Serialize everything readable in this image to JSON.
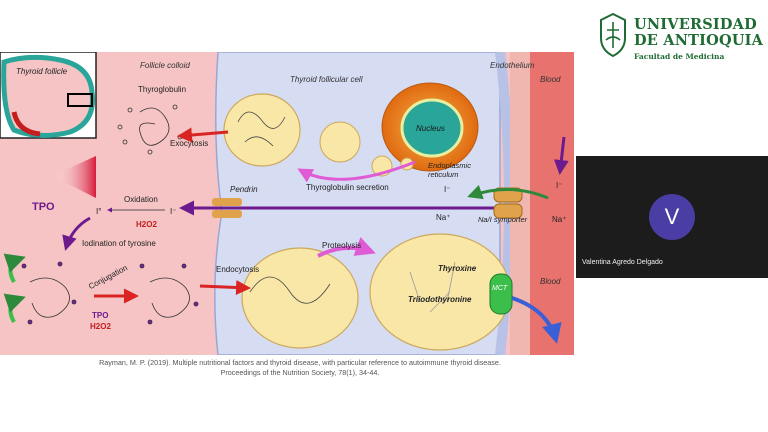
{
  "slide": {
    "inset_label": "Thyroid follicle",
    "regions": {
      "follicle_colloid": "Follicle colloid",
      "thyroid_cell": "Thyroid follicular cell",
      "endothelium": "Endothelium",
      "blood_top": "Blood",
      "blood_bottom": "Blood"
    },
    "labels": {
      "thyroglobulin": "Thyroglobulin",
      "exocytosis": "Exocytosis",
      "nucleus": "Nucleus",
      "er_line1": "Endoplasmic",
      "er_line2": "reticulum",
      "tg_secretion": "Thyroglobulin secretion",
      "pendrin": "Pendrin",
      "tpo": "TPO",
      "oxidation": "Oxidation",
      "iodine_0": "I°",
      "iodide_1": "I⁻",
      "iodide_2": "I⁻",
      "iodide_3": "I⁻",
      "h2o2": "H2O2",
      "iodination": "Iodination of tyrosine",
      "na_1": "Na⁺",
      "na_2": "Na⁺",
      "symporter": "Na/I symporter",
      "proteolysis": "Proteolysis",
      "thyroxine": "Thyroxine",
      "triiodothyronine": "Triiodothyronine",
      "conjugation": "Conjugation",
      "endocytosis": "Endocytosis",
      "tpo_2": "TPO",
      "h2o2_2": "H2O2",
      "mct": "MCT"
    }
  },
  "citation": {
    "line1": "Rayman, M. P. (2019). Multiple nutritional factors and thyroid disease, with particular reference to autoimmune thyroid disease.",
    "line2": "Proceedings of the Nutrition Society, 78(1), 34-44."
  },
  "logo": {
    "name_line1": "UNIVERSIDAD",
    "name_line2": "DE ANTIOQUIA",
    "faculty": "Facultad de Medicina"
  },
  "video": {
    "avatar_letter": "V",
    "participant_name": "Valentina Agredo Delgado"
  },
  "colors": {
    "brand_green": "#1f6b33",
    "avatar": "#4a3ea5",
    "colloid": "#f6c4c4",
    "cell": "#d6dcf2",
    "blood": "#e8726e",
    "vesicle": "#f9e7a8",
    "nucleus": "#2aa59a",
    "nucleus_ring": "#f08c1e",
    "tpo_purple": "#6d1a8f",
    "arrow_red": "#d92424",
    "arrow_magenta": "#e05bd6",
    "mct_green": "#3cbf4a"
  }
}
